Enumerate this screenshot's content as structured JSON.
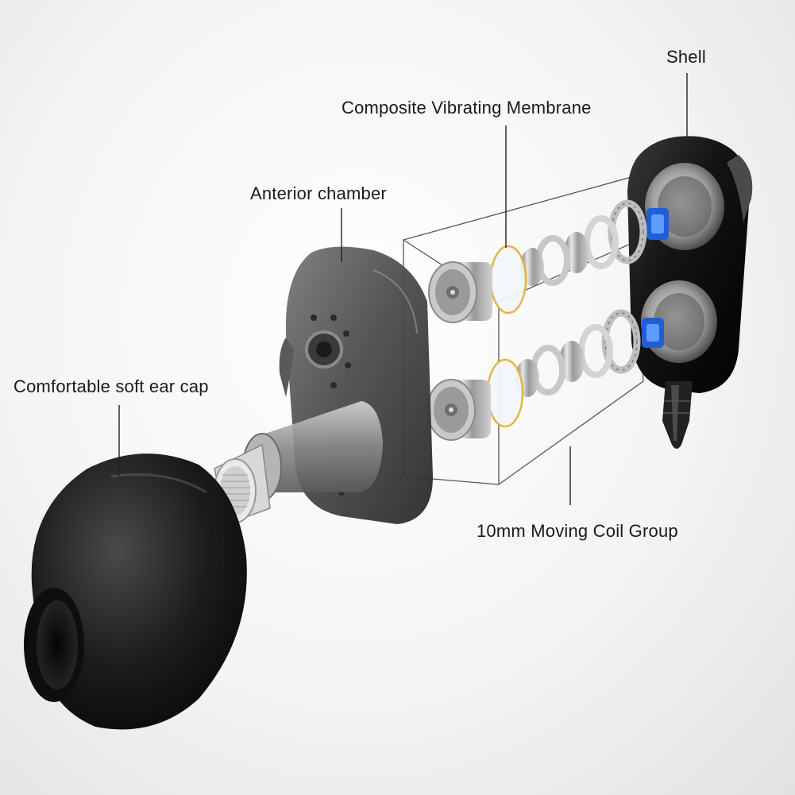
{
  "labels": {
    "shell": "Shell",
    "membrane": "Composite Vibrating Membrane",
    "anterior": "Anterior chamber",
    "ear_cap": "Comfortable soft ear cap",
    "coil_group": "10mm Moving Coil Group"
  },
  "colors": {
    "background": "#f2f2f2",
    "accent_blue": "#1f5fd6",
    "membrane_gold": "#e3b23c",
    "shell_dark": "#161616",
    "metal": "#b8b8b8"
  },
  "icons": [
    "ear-cap-part",
    "nozzle-filter-part",
    "anterior-chamber-part",
    "driver-unit-part",
    "membrane-ring-part",
    "coil-ring-part",
    "shell-part",
    "cable-plug-part"
  ]
}
